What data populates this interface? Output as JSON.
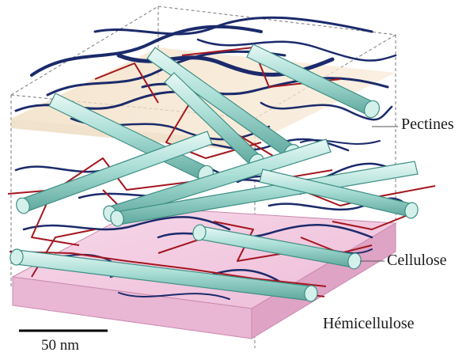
{
  "labels": {
    "pectines": "Pectines",
    "cellulose": "Cellulose",
    "hemicellulose": "Hémicellulose"
  },
  "scale_bar": {
    "label": "50 nm"
  },
  "colors": {
    "cellulose_fibril": "#a9ded6",
    "cellulose_edge": "#3e8f85",
    "hemicellulose": "#a3161f",
    "pectin": "#1b2a6b",
    "plasma_membrane": "#f2c6df",
    "middle_lamella": "#f3e2c7"
  }
}
